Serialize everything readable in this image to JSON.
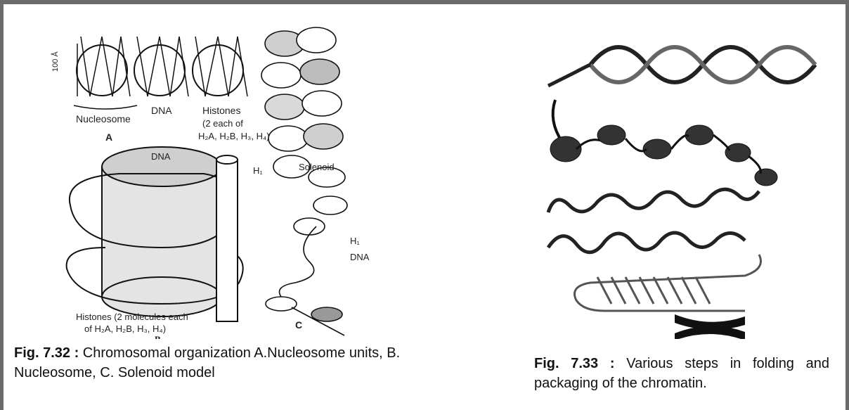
{
  "figure_left": {
    "scale_label": "100 Å",
    "labels": {
      "nucleosome": "Nucleosome",
      "dna_top": "DNA",
      "histones": "Histones",
      "histones_detail_1": "(2 each of",
      "histones_detail_2": "H₂A, H₂B, H₃, H₄)",
      "part_a": "A",
      "dna_mid": "DNA",
      "solenoid": "Solenoid",
      "h1_top": "H₁",
      "h1_right": "H₁",
      "dna_right": "DNA",
      "histones_bottom_1": "Histones (2 molecules each",
      "histones_bottom_2": "of H₂A, H₂B, H₃, H₄)",
      "part_c": "C",
      "part_b": "B"
    },
    "caption_prefix": "Fig. 7.32 :",
    "caption_text": " Chromosomal organization A.Nucleosome units, B. Nucleosome, C. Solenoid model"
  },
  "figure_right": {
    "caption_prefix": "Fig. 7.33 :",
    "caption_text": " Various steps in folding and packaging of the chromatin."
  }
}
